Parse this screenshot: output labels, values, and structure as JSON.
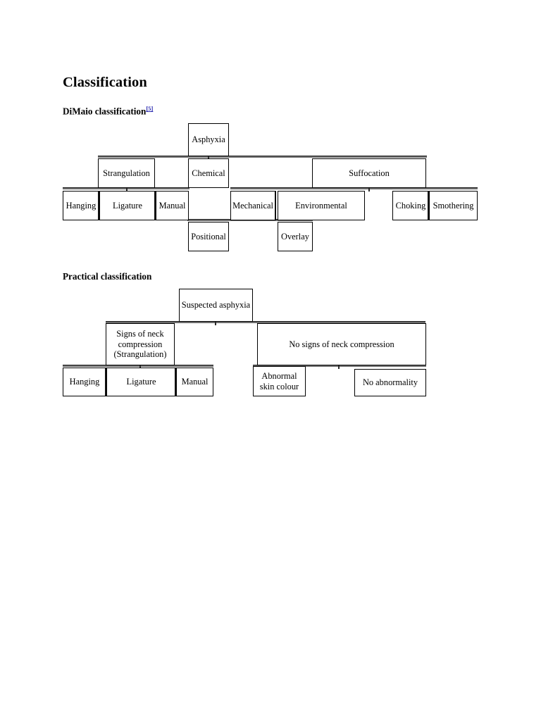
{
  "document": {
    "title": "Classification",
    "sections": [
      {
        "heading": "DiMaio classification",
        "reference": "[5]"
      },
      {
        "heading": "Practical classification",
        "reference": ""
      }
    ]
  },
  "diagram_dimaio": {
    "name": "DiMaio classification tree",
    "root": "Asphyxia",
    "nodes": {
      "asphyxia": "Asphyxia",
      "strangulation": "Strangulation",
      "chemical": "Chemical",
      "suffocation": "Suffocation",
      "hanging": "Hanging",
      "ligature": "Ligature",
      "manual": "Manual",
      "mechanical": "Mechanical",
      "environmental": "Environmental",
      "choking": "Choking",
      "smothering": "Smothering",
      "positional": "Positional",
      "overlay": "Overlay"
    }
  },
  "diagram_practical": {
    "name": "Practical classification tree",
    "root": "Suspected asphyxia",
    "nodes": {
      "suspected_asphyxia": "Suspected asphyxia",
      "signs_of_neck_compression": "Signs of neck compression (Strangulation)",
      "no_signs_of_neck_compression": "No signs of neck compression",
      "hanging": "Hanging",
      "ligature": "Ligature",
      "manual": "Manual",
      "abnormal_skin_colour": "Abnormal skin colour",
      "no_abnormality": "No abnormality"
    }
  },
  "colors": {
    "page_background": "#ffffff",
    "text": "#000000",
    "box_border": "#000000",
    "connector": "#6e6e6e",
    "reference_link": "#2a2ab0"
  }
}
